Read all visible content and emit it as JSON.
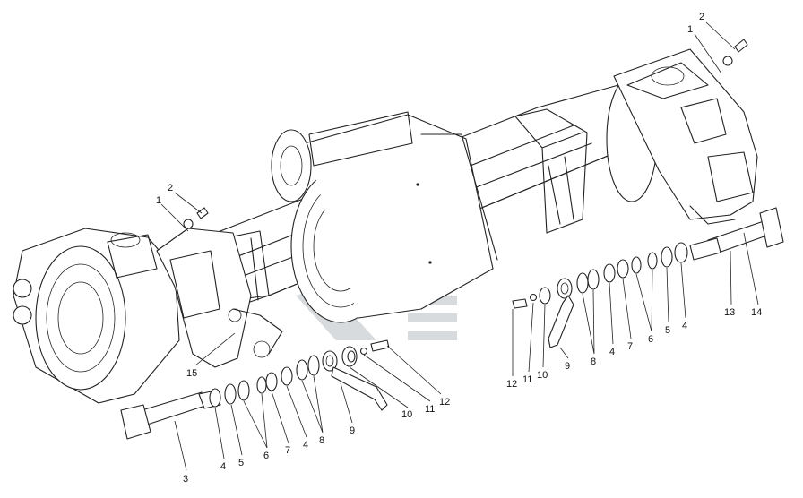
{
  "diagram": {
    "callouts": [
      {
        "id": "c2-right",
        "text": "2"
      },
      {
        "id": "c1-right",
        "text": "1"
      },
      {
        "id": "c2-left",
        "text": "2"
      },
      {
        "id": "c1-left",
        "text": "1"
      },
      {
        "id": "c3",
        "text": "3"
      },
      {
        "id": "c4-l",
        "text": "4"
      },
      {
        "id": "c5-l",
        "text": "5"
      },
      {
        "id": "c6-l",
        "text": "6"
      },
      {
        "id": "c7-l",
        "text": "7"
      },
      {
        "id": "c4-l2",
        "text": "4"
      },
      {
        "id": "c8-l",
        "text": "8"
      },
      {
        "id": "c9-l",
        "text": "9"
      },
      {
        "id": "c10-l",
        "text": "10"
      },
      {
        "id": "c11-l",
        "text": "11"
      },
      {
        "id": "c12-l",
        "text": "12"
      },
      {
        "id": "c15",
        "text": "15"
      },
      {
        "id": "c12-r",
        "text": "12"
      },
      {
        "id": "c11-r",
        "text": "11"
      },
      {
        "id": "c10-r",
        "text": "10"
      },
      {
        "id": "c9-r",
        "text": "9"
      },
      {
        "id": "c8-r",
        "text": "8"
      },
      {
        "id": "c4-r",
        "text": "4"
      },
      {
        "id": "c7-r",
        "text": "7"
      },
      {
        "id": "c6-r",
        "text": "6"
      },
      {
        "id": "c5-r",
        "text": "5"
      },
      {
        "id": "c4-r2",
        "text": "4"
      },
      {
        "id": "c13",
        "text": "13"
      },
      {
        "id": "c14",
        "text": "14"
      }
    ]
  }
}
